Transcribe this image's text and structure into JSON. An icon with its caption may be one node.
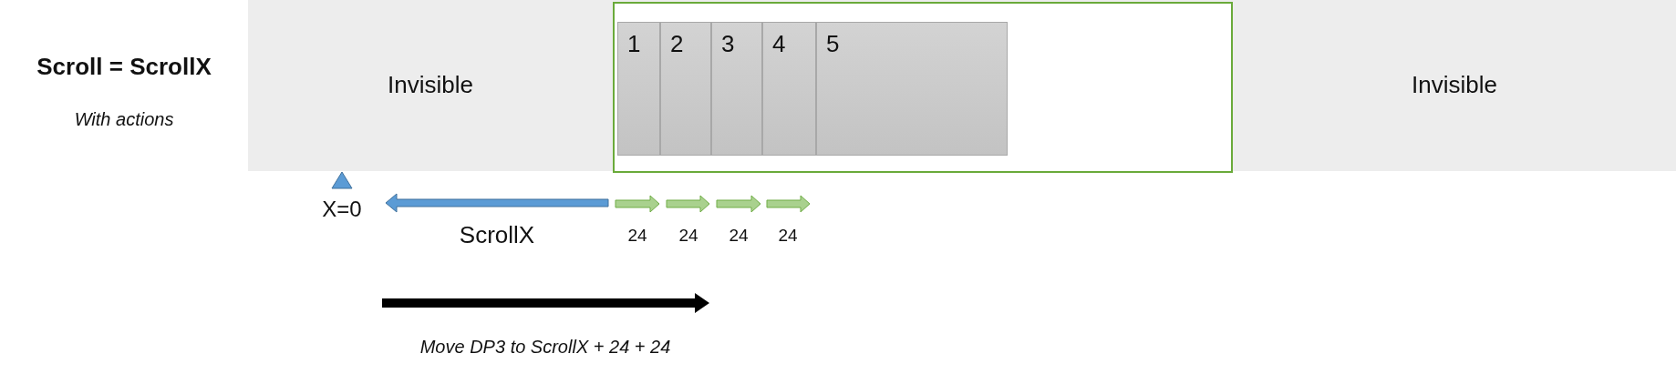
{
  "diagram": {
    "title": "Scroll = ScrollX",
    "nodes": [
      {
        "text": [
          "Invisible"
        ]
      },
      {
        "text": [],
        "shape": "box"
      },
      {
        "text": [
          "1"
        ],
        "in": 1
      },
      {
        "text": [
          "2"
        ],
        "in": 1
      },
      {
        "text": [
          "3"
        ],
        "in": 1
      },
      {
        "text": [
          "4"
        ],
        "in": 1
      },
      {
        "text": [
          "5"
        ],
        "in": 1
      },
      {
        "text": [
          "Invisible"
        ]
      }
    ],
    "edges": [],
    "labels": [
      "With actions",
      "X=0",
      "ScrollX",
      "24",
      "24",
      "24",
      "24",
      "Move DP3 to ScrollX + 24 + 24"
    ]
  }
}
